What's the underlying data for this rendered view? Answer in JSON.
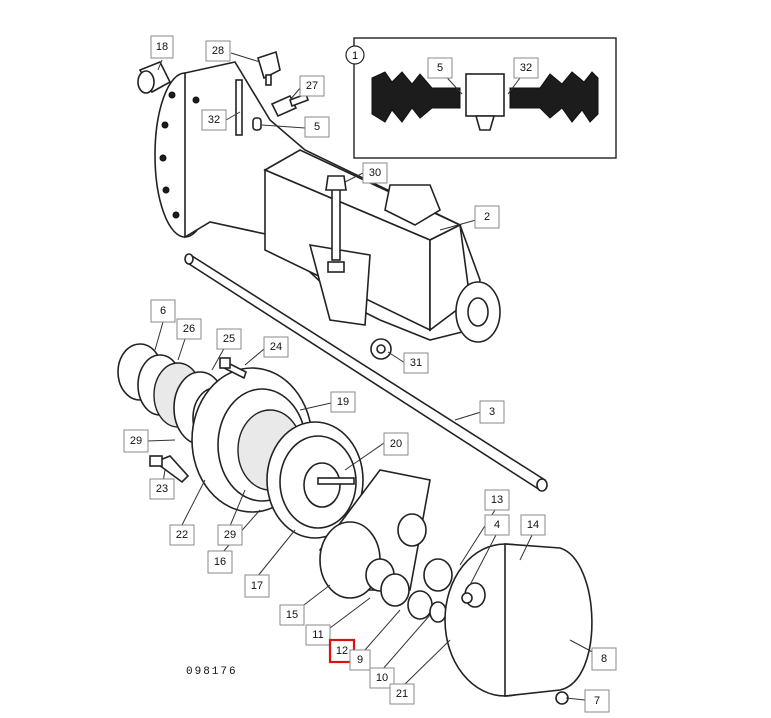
{
  "diagram": {
    "reference_code": "098176",
    "inset_label": "1",
    "highlighted_part": "12",
    "parts": {
      "p1": "18",
      "p2": "28",
      "p3": "27",
      "p4": "32",
      "p5": "5",
      "p6": "30",
      "p7": "2",
      "p8": "31",
      "p9": "3",
      "p10": "6",
      "p11": "26",
      "p12": "25",
      "p13": "24",
      "p14": "19",
      "p15": "29",
      "p16": "23",
      "p17": "22",
      "p18": "29",
      "p19": "20",
      "p20": "16",
      "p21": "17",
      "p22": "13",
      "p23": "4",
      "p24": "14",
      "p25": "15",
      "p26": "11",
      "p27": "12",
      "p28": "9",
      "p29": "10",
      "p30": "8",
      "p31": "21",
      "p32": "7"
    },
    "inset_parts": {
      "left": "5",
      "right": "32"
    }
  }
}
